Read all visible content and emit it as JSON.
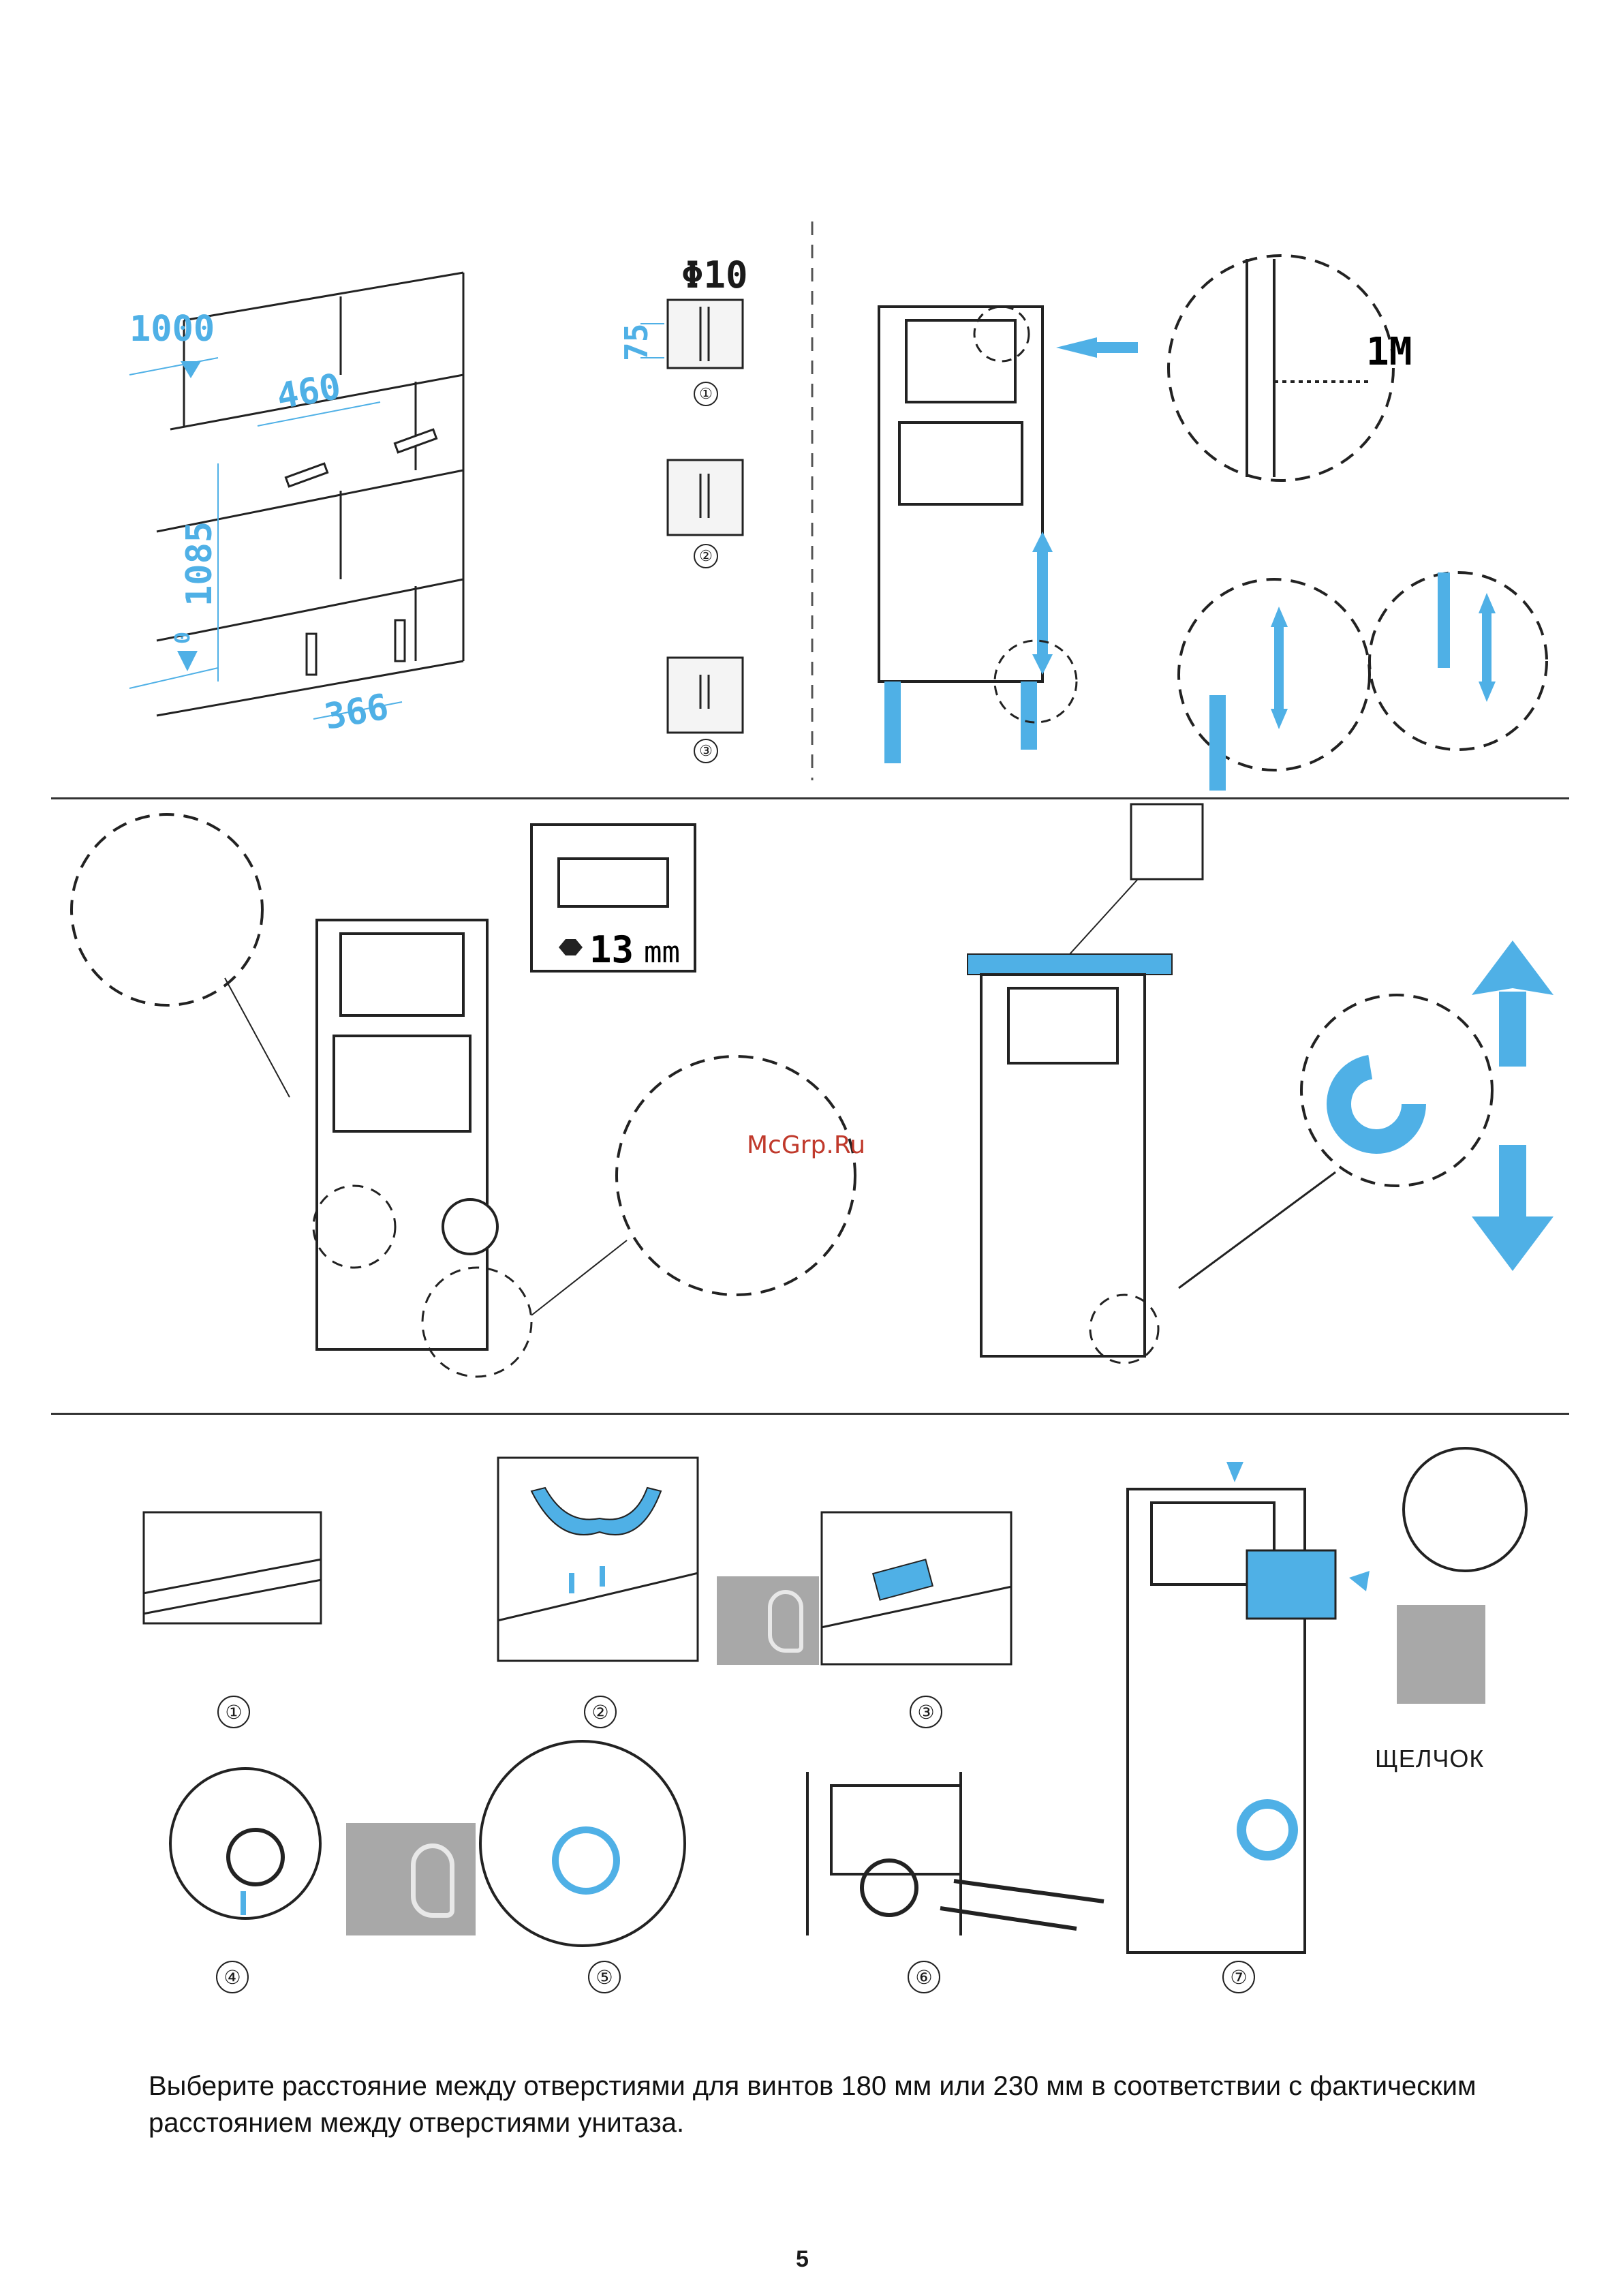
{
  "dimensions": {
    "height_1000": "1000",
    "width_460": "460",
    "height_1085": "1085",
    "zero": "0",
    "width_366": "366",
    "drill_diameter": "Φ10",
    "drill_depth": "75",
    "mark_1m": "1M",
    "wrench_size": "13",
    "wrench_unit": "mm"
  },
  "steps": [
    "①",
    "②",
    "③",
    "④",
    "⑤",
    "⑥",
    "⑦"
  ],
  "click_label": "ЩЕЛЧОК",
  "watermark": "McGrp.Ru",
  "caption": "Выберите расстояние между отверстиями для винтов 180 мм или 230 мм в соответствии с фактическим расстоянием между отверстиями унитаза.",
  "page_number": "5",
  "colors": {
    "accent": "#4fb0e6",
    "line": "#222222",
    "sound_bg": "#a8a8a8"
  },
  "icons": [
    "anchor-bolt-icon",
    "wrench-icon",
    "ear-icon",
    "arrow-up-icon",
    "arrow-down-icon",
    "level-icon"
  ]
}
